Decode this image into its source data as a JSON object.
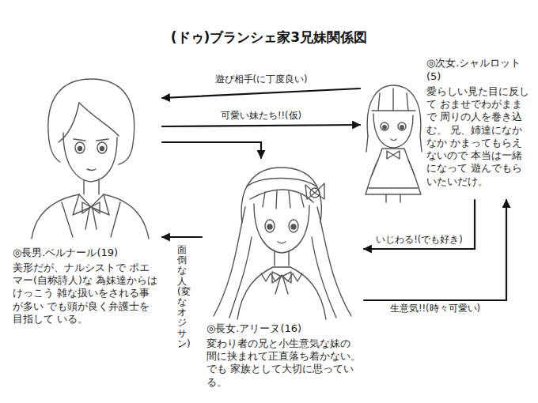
{
  "diagram": {
    "title": "(ドゥ)ブランシェ家3兄妹関係図",
    "nodes": [
      {
        "text": [
          "◎長男.ベルナール(19)",
          "美形だが、ナルシストで ポエマー(自称詩人)な 為妹達からはけっこう 雑な扱いをされる事が多い でも頭が良く弁護士を目指して いる。"
        ]
      },
      {
        "text": [
          "◎次女.シャルロット(5)",
          "愛らしい見た目に反して おませでわがままで 周りの人を巻き込む。 兄、姉達になかなか かまってもらえないので 本当は一緒になって 遊んでもらいたいだけ。"
        ]
      },
      {
        "text": [
          "◎長女.アリーヌ(16)",
          "変わり者の兄と小生意気な妹の 間に挟まれて正直落ち着かない。でも 家族として大切に思っている。"
        ]
      }
    ],
    "edges": [
      {
        "from": 1,
        "to": 0,
        "label": "遊び相手(に丁度良い)",
        "arrow": "to"
      },
      {
        "from": 0,
        "to": 1,
        "label": "可愛い妹たち!!(仮)",
        "arrow": "to"
      },
      {
        "from": 0,
        "to": 2,
        "arrow": "to"
      },
      {
        "from": 2,
        "to": 0,
        "label": "面倒な人(変なオジサン)",
        "arrow": "to"
      },
      {
        "from": 1,
        "to": 2,
        "label": "いじわる!(でも好き)",
        "arrow": "to"
      },
      {
        "from": 2,
        "to": 1,
        "label": "生意気!!(時々可愛い)",
        "arrow": "to"
      }
    ]
  }
}
